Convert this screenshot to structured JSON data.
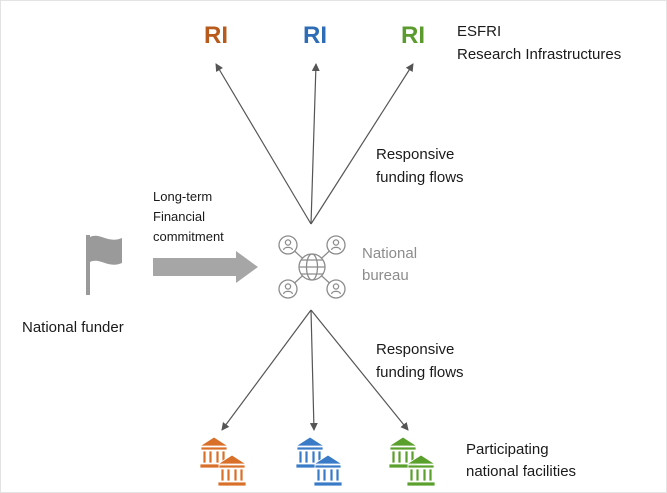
{
  "ri_labels": [
    {
      "text": "RI",
      "color": "#b85a1c"
    },
    {
      "text": "RI",
      "color": "#2e6cb5"
    },
    {
      "text": "RI",
      "color": "#5b9a2c"
    }
  ],
  "esfri": {
    "line1": "ESFRI",
    "line2": "Research Infrastructures"
  },
  "responsive_top": {
    "line1": "Responsive",
    "line2": "funding flows"
  },
  "responsive_bottom": {
    "line1": "Responsive",
    "line2": "funding flows"
  },
  "commitment": {
    "line1": "Long-term",
    "line2": "Financial",
    "line3": "commitment"
  },
  "national_bureau": {
    "line1": "National",
    "line2": "bureau"
  },
  "national_funder": "National funder",
  "participating": {
    "line1": "Participating",
    "line2": "national facilities"
  },
  "colors": {
    "arrow": "#555555",
    "big_arrow": "#a6a6a6",
    "flag": "#9a9a9a",
    "bureau_icon": "#8c8c8c",
    "facility_orange": "#d9702a",
    "facility_blue": "#3a7bc8",
    "facility_green": "#5aa02c"
  },
  "icons": [
    "flag-icon",
    "globe-icon",
    "person-icon",
    "bank-building-icon"
  ]
}
